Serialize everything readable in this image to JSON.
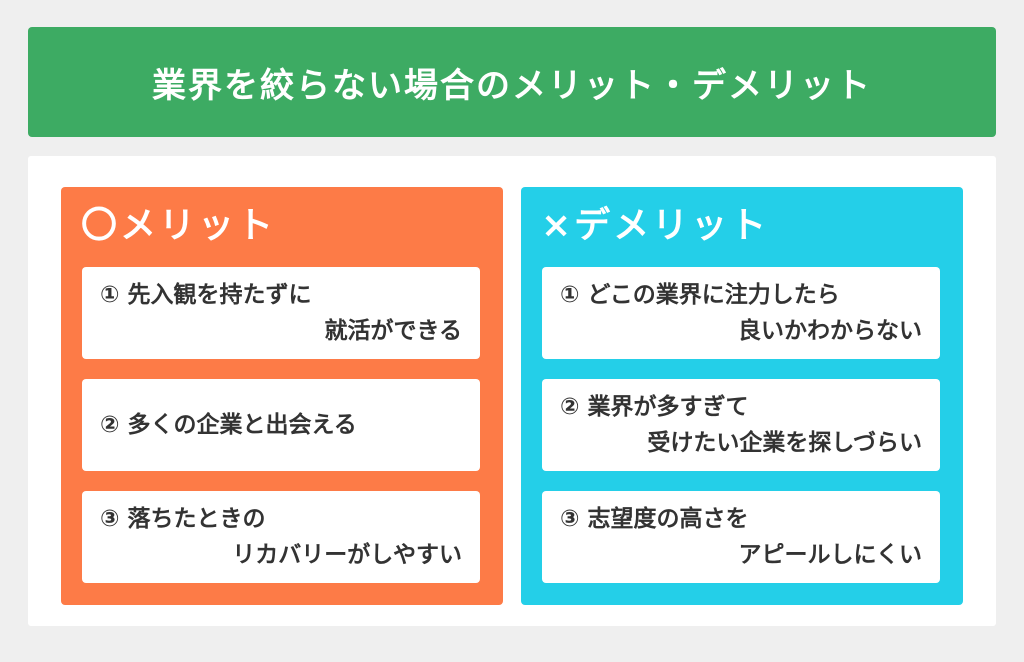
{
  "title": "業界を絞らない場合のメリット・デメリット",
  "merit": {
    "heading": "〇メリット",
    "items": [
      {
        "line1": "① 先入観を持たずに",
        "line2": "就活ができる"
      },
      {
        "line1": "② 多くの企業と出会える",
        "line2": ""
      },
      {
        "line1": "③ 落ちたときの",
        "line2": "リカバリーがしやすい"
      }
    ]
  },
  "demerit": {
    "heading": "×デメリット",
    "items": [
      {
        "line1": "① どこの業界に注力したら",
        "line2": "良いかわからない"
      },
      {
        "line1": "② 業界が多すぎて",
        "line2": "受けたい企業を探しづらい"
      },
      {
        "line1": "③ 志望度の高さを",
        "line2": "アピールしにくい"
      }
    ]
  },
  "colors": {
    "title_bg": "#3dab63",
    "merit_bg": "#fd7b47",
    "demerit_bg": "#24cfe8",
    "card_text": "#333333"
  }
}
